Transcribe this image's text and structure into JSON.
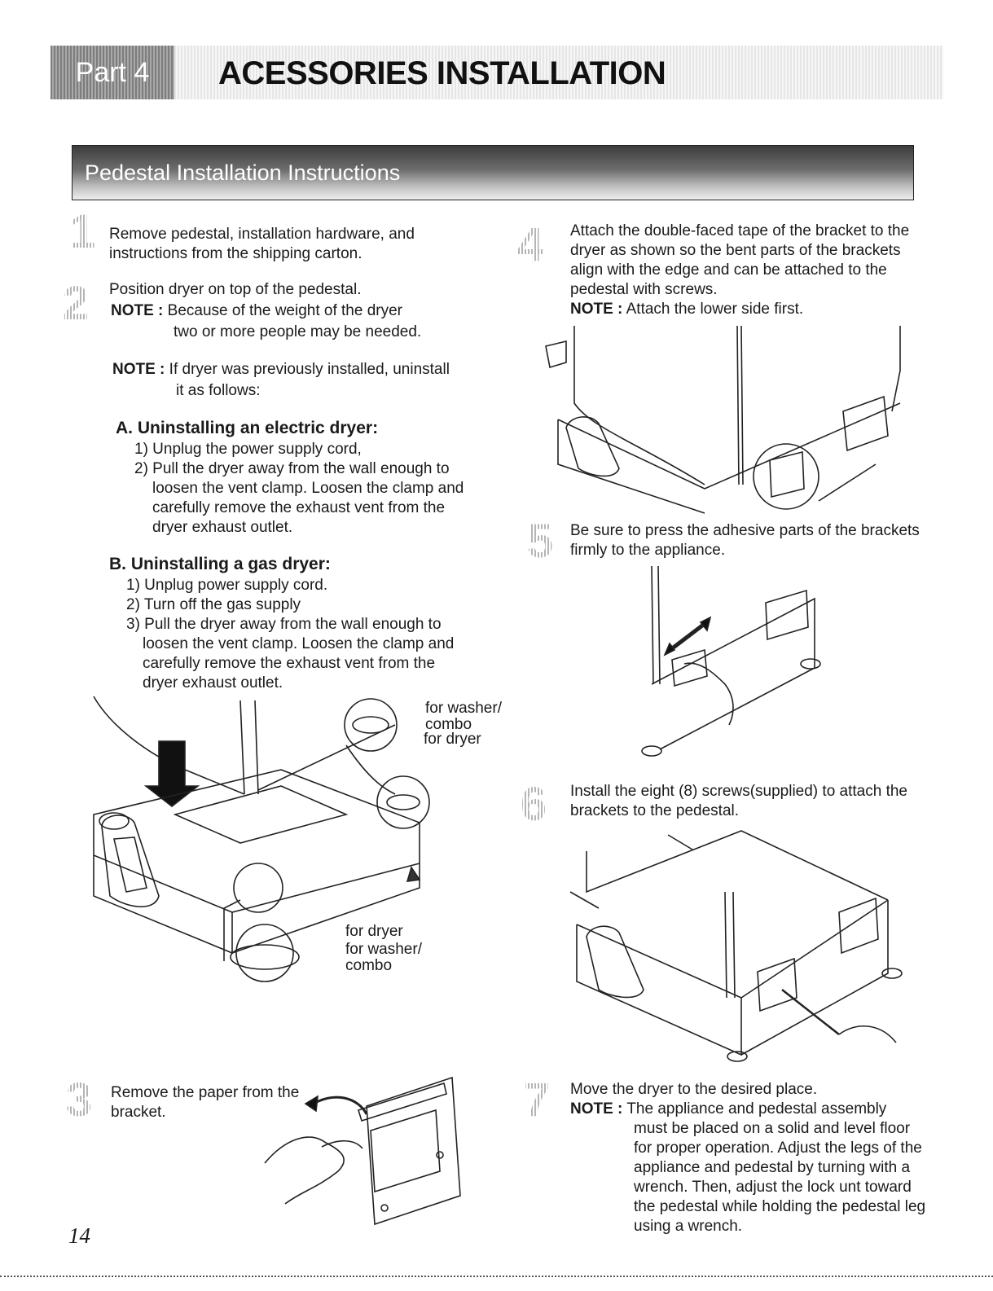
{
  "header": {
    "part_label": "Part 4",
    "part_title": "ACESSORIES INSTALLATION"
  },
  "section": {
    "title": "Pedestal Installation Instructions"
  },
  "steps": {
    "s1": {
      "num": "1",
      "text": "Remove pedestal, installation hardware, and instructions from the shipping carton."
    },
    "s2": {
      "num": "2",
      "text": "Position dryer on top of the pedestal.",
      "note_label": "NOTE :",
      "note_line1": "Because of the weight of the dryer",
      "note_line2": "two or more people may be needed."
    },
    "note_uninstall": {
      "label": "NOTE :",
      "line1": "If dryer was previously installed, uninstall",
      "line2": "it as follows:"
    },
    "uninstall_a": {
      "heading": "A. Uninstalling an electric dryer:",
      "item1": "1) Unplug the power supply cord,",
      "item2_l1": "2) Pull the dryer away from the wall enough to",
      "item2_l2": "loosen the vent clamp. Loosen the clamp and",
      "item2_l3": "carefully remove the exhaust vent from the",
      "item2_l4": "dryer exhaust outlet."
    },
    "uninstall_b": {
      "heading": "B. Uninstalling a gas dryer:",
      "item1": "1) Unplug power supply cord.",
      "item2": "2) Turn off the gas supply",
      "item3_l1": "3) Pull the dryer away from the wall enough to",
      "item3_l2": "loosen the vent clamp. Loosen the clamp and",
      "item3_l3": "carefully remove the exhaust vent from the",
      "item3_l4": "dryer exhaust outlet."
    },
    "s3": {
      "num": "3",
      "line1": "Remove the paper from the",
      "line2": "bracket."
    },
    "s4": {
      "num": "4",
      "line1": "Attach the double-faced tape of the bracket to the",
      "line2": "dryer as shown so the bent parts of the brackets",
      "line3": "align with the edge and can be attached to the",
      "line4": "pedestal with screws.",
      "note_label": "NOTE :",
      "note_text": "Attach the lower side first."
    },
    "s5": {
      "num": "5",
      "line1": "Be sure to press the adhesive parts of  the brackets",
      "line2": "firmly to the appliance."
    },
    "s6": {
      "num": "6",
      "line1": "Install the eight (8) screws(supplied) to attach the",
      "line2": "brackets to the pedestal."
    },
    "s7": {
      "num": "7",
      "line1": "Move the dryer to the desired place.",
      "note_label": "NOTE :",
      "note_l1": "The appliance and pedestal assembly",
      "note_l2": "must be placed on a solid and level floor",
      "note_l3": "for proper operation. Adjust the legs of the",
      "note_l4": "appliance and pedestal by turning with a",
      "note_l5": "wrench. Then, adjust the lock unt toward",
      "note_l6": "the pedestal while holding the pedestal leg",
      "note_l7": "using a wrench."
    }
  },
  "callouts": {
    "top_washer_l1": "for washer/",
    "top_washer_l2": "combo",
    "top_dryer": "for dryer",
    "bottom_dryer": "for dryer",
    "bottom_washer_l1": "for washer/",
    "bottom_washer_l2": "combo"
  },
  "footer": {
    "page_number": "14"
  }
}
